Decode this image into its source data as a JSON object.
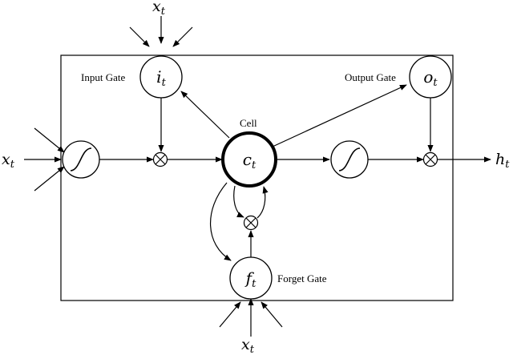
{
  "labels": {
    "input_gate": "Input Gate",
    "output_gate": "Output Gate",
    "forget_gate": "Forget Gate",
    "cell": "Cell"
  },
  "symbols": {
    "x_top": {
      "base": "x",
      "sub": "t"
    },
    "x_left": {
      "base": "x",
      "sub": "t"
    },
    "x_bottom": {
      "base": "x",
      "sub": "t"
    },
    "h_out": {
      "base": "h",
      "sub": "t"
    },
    "input_gate": {
      "base": "i",
      "sub": "t"
    },
    "output_gate": {
      "base": "o",
      "sub": "t"
    },
    "forget_gate": {
      "base": "f",
      "sub": "t"
    },
    "cell": {
      "base": "c",
      "sub": "t"
    }
  }
}
